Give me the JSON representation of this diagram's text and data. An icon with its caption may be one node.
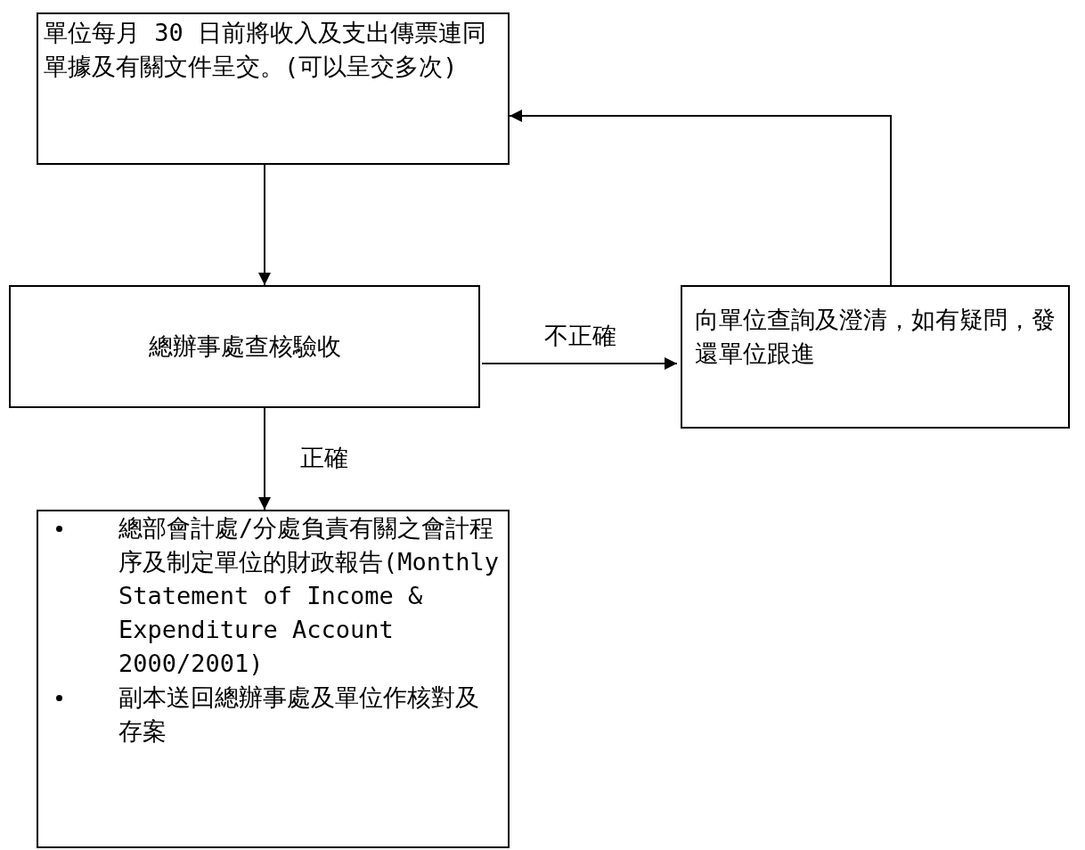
{
  "diagram": {
    "nodes": [
      {
        "text": [
          "單位每月 30 日前將收入及支出傳票連同單據及有關文件呈交。(可以呈交多次)"
        ]
      },
      {
        "text": [
          "總辦事處查核驗收"
        ]
      },
      {
        "text": [
          "向單位查詢及澄清，如有疑問，發還單位跟進"
        ]
      },
      {
        "text": [
          "總部會計處/分處負責有關之會計程序及制定單位的財政報告(Monthly Statement of Income & Expenditure Account 2000/2001)",
          "副本送回總辦事處及單位作核對及存案"
        ]
      }
    ],
    "edges": [
      {
        "from": 0,
        "to": 1,
        "arrow": "to"
      },
      {
        "from": 1,
        "to": 2,
        "arrow": "to",
        "label": "不正確"
      },
      {
        "from": 2,
        "to": 0,
        "arrow": "to"
      },
      {
        "from": 1,
        "to": 3,
        "arrow": "to",
        "label": "正確"
      }
    ]
  }
}
